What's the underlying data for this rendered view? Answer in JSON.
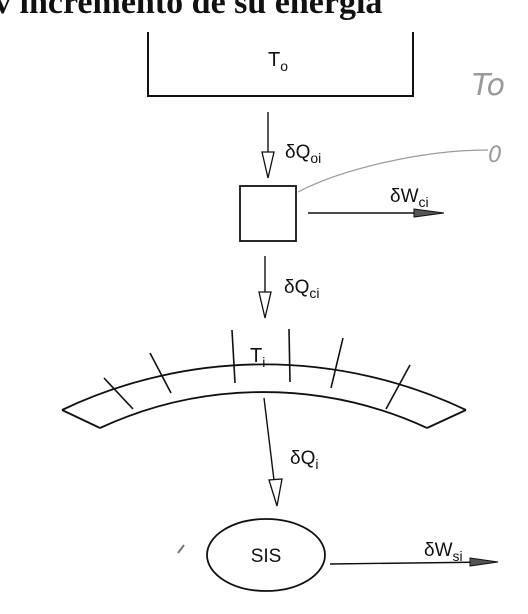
{
  "heading_fragment": "v incremento de su energía",
  "reservoir_label": {
    "main": "T",
    "sub": "o"
  },
  "flow_top": {
    "main": "δQ",
    "sub": "oi"
  },
  "work_engine": {
    "main": "δW",
    "sub": "ci"
  },
  "flow_middle": {
    "main": "δQ",
    "sub": "ci"
  },
  "ring_label": {
    "main": "T",
    "sub": "i"
  },
  "flow_bottom": {
    "main": "δQ",
    "sub": "i"
  },
  "system_label": "SIS",
  "work_system": {
    "main": "δW",
    "sub": "si"
  },
  "handwriting": {
    "note1": "To",
    "note2": "0"
  }
}
